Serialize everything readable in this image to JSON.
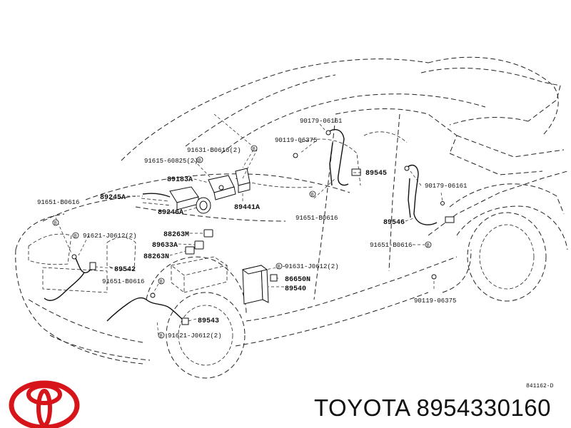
{
  "brand": {
    "caption": "TOYOTA 8954330160",
    "logo_color": "#d7141a"
  },
  "diagram": {
    "ref_code": "841162-D",
    "labels": [
      {
        "id": "l1",
        "text": "90179-06161"
      },
      {
        "id": "l2",
        "text": "90119-06375"
      },
      {
        "id": "l3",
        "text": "89545"
      },
      {
        "id": "l4",
        "text": "91631-B0616(2)"
      },
      {
        "id": "l5",
        "text": "91615-60825(2)"
      },
      {
        "id": "l6",
        "text": "89183A"
      },
      {
        "id": "l7",
        "text": "89245A"
      },
      {
        "id": "l8",
        "text": "89246A"
      },
      {
        "id": "l9",
        "text": "89441A"
      },
      {
        "id": "l10",
        "text": "91651-B0616"
      },
      {
        "id": "l11",
        "text": "91651-B0616"
      },
      {
        "id": "l12",
        "text": "90179-06161"
      },
      {
        "id": "l13",
        "text": "89546"
      },
      {
        "id": "l14",
        "text": "91651-B0616"
      },
      {
        "id": "l15",
        "text": "90119-06375"
      },
      {
        "id": "l16",
        "text": "91621-J0612(2)"
      },
      {
        "id": "l17",
        "text": "88263M"
      },
      {
        "id": "l18",
        "text": "89633A"
      },
      {
        "id": "l19",
        "text": "88263N"
      },
      {
        "id": "l20",
        "text": "91631-J0612(2)"
      },
      {
        "id": "l21",
        "text": "86650N"
      },
      {
        "id": "l22",
        "text": "89540"
      },
      {
        "id": "l23",
        "text": "89542"
      },
      {
        "id": "l24",
        "text": "91651-B0616"
      },
      {
        "id": "l25",
        "text": "89543"
      },
      {
        "id": "l26",
        "text": "91621-J0612(2)"
      }
    ]
  }
}
